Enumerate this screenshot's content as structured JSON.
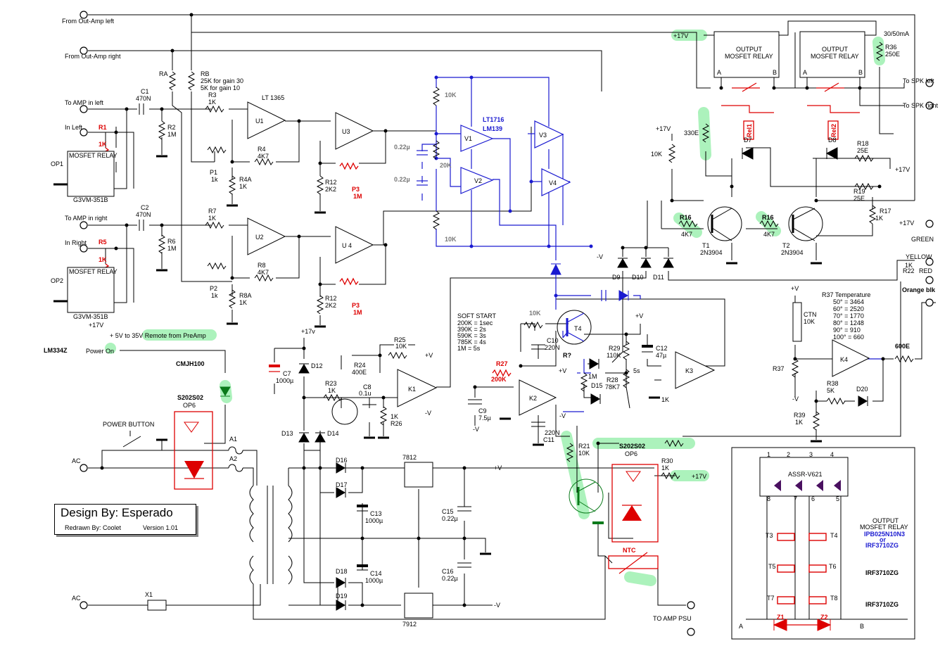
{
  "diagram": {
    "credit": {
      "title": "Design By: Esperado",
      "redrawn": "Redrawn By: Coolet",
      "version": "Version 1.01"
    },
    "io": {
      "from_out_amp_left": "From Out-Amp left",
      "from_out_amp_right": "From Out-Amp right",
      "to_amp_in_left": "To AMP in left",
      "to_amp_in_right": "To AMP in right",
      "in_left": "In Left",
      "in_right": "In Right",
      "to_spk_left": "To SPK left",
      "to_spk_right": "To SPK right",
      "power_on": "Power On",
      "remote": "+ 5V to 35V  Remote from PreAmp",
      "ac1": "AC",
      "ac2": "AC",
      "to_amp_psu": "TO AMP PSU",
      "green": "GREEN",
      "yellow": "YELLOW",
      "red": "RED",
      "orange_blk": "Orange blk",
      "power_button": "POWER BUTTON"
    },
    "parts": {
      "c1": "C1",
      "c1v": "470N",
      "c2": "C2",
      "c2v": "470N",
      "r1": "R1",
      "r1v": "1K",
      "r5": "R5",
      "r5v": "1K",
      "r2": "R2",
      "r2v": "1M",
      "r6": "R6",
      "r6v": "1M",
      "ra": "RA",
      "rb": "RB",
      "rb_note1": "25K for gain 30",
      "rb_note2": "5K for gain 10",
      "r3": "R3",
      "r3v": "1K",
      "r7": "R7",
      "r7v": "1K",
      "r4": "R4",
      "r4v": "4K7",
      "r8": "R8",
      "r8v": "4K7",
      "p1": "P1",
      "p1v": "1k",
      "p2": "P2",
      "p2v": "1k",
      "r4a": "R4A",
      "r4av": "1K",
      "r8a": "R8A",
      "r8av": "1K",
      "u1": "U1",
      "u2": "U2",
      "u3": "U3",
      "u4": "U 4",
      "lt1365": "LT 1365",
      "r12a": "R12",
      "r12av": "2K2",
      "r12b": "R12",
      "r12bv": "2K2",
      "p3a": "P3",
      "p3av": "1M",
      "p3b": "P3",
      "p3bv": "1M",
      "op1": "OP1",
      "op2": "OP2",
      "mosfet_relay": "MOSFET RELAY",
      "g3vm1": "G3VM-351B",
      "g3vm2": "G3VM-351B",
      "plus17_op2": "+17V",
      "r10k_a": "10K",
      "r10k_b": "10K",
      "r20k": "20K",
      "cap022_a": "0.22µ",
      "cap022_b": "0.22µ",
      "lt1716": "LT1716",
      "lm139": "LM139",
      "v1": "V1",
      "v2": "V2",
      "v3": "V3",
      "v4": "V4",
      "neg_v": "-V",
      "relay_out": "OUTPUT",
      "relay_mos": "MOSFET RELAY",
      "plus17_top": "+17V",
      "ma30": "30/50mA",
      "r36": "R36",
      "r36v": "250E",
      "rel1": "Rel1",
      "rel2": "Rel2",
      "plus17_t1": "+17V",
      "r10k_t1": "10K",
      "r330": "330E",
      "d7": "D7",
      "d8": "D8",
      "r18": "R18",
      "r18v": "25E",
      "plus17_r18": "+17V",
      "r19": "R19",
      "r19v": "25E",
      "r17": "R17",
      "r17v": "1K",
      "plus17_r17": "+17V",
      "r16a": "R16",
      "r16av": "4K7",
      "r16b": "R16",
      "r16bv": "4K7",
      "t1": "T1",
      "t1v": "2N3904",
      "t2": "T2",
      "t2v": "2N3904",
      "d9": "D9",
      "d10": "D10",
      "d11": "D11",
      "r22": "R22",
      "r22v": "1K",
      "r37_title": "R37 Temperature",
      "temp_rows": [
        "50° = 3464",
        "60° = 2520",
        "70° = 1770",
        "80° = 1248",
        "90° = 910",
        "100° = 660"
      ],
      "ctn": "CTN",
      "ctnv": "10K",
      "r37": "R37",
      "k4": "K4",
      "r600": "600E",
      "r38": "R38",
      "r38v": "5K",
      "d20": "D20",
      "r39": "R39",
      "r39v": "1K",
      "plus_v_k4": "+V",
      "neg_v_k4": "-V",
      "soft_start": "SOFT START",
      "soft_rows": [
        "200K = 1sec",
        "390K = 2s",
        "590K = 3s",
        "785K = 4s",
        "1M = 5s"
      ],
      "r27": "R27",
      "r27v": "200K",
      "c9": "C9",
      "c9v": "7.5µ",
      "c9neg": "-V",
      "k2": "K2",
      "r_unknown": "R?",
      "r_1m": "1M",
      "d15": "D15",
      "c10": "C10",
      "c10v": "220N",
      "c11": "C11",
      "c11v": "220N",
      "t4": "T4",
      "r10k_t4": "10K",
      "r29": "R29",
      "r29v": "110K",
      "r28": "R28",
      "r28v": "78K7",
      "t5s": "5s",
      "c12": "C12",
      "c12v": "47µ",
      "k3": "K3",
      "k1v": "1K",
      "plus_v_r29": "+V",
      "plus_v_k2": "+V",
      "neg_v_k2": "-V",
      "lm334z": "LM334Z",
      "cmjh100": "CMJH100",
      "s202s02": "S202S02",
      "op6": "OP6",
      "d12": "D12",
      "c7": "C7",
      "c7v": "1000µ",
      "plus17_d12": "+17v",
      "r24": "R24",
      "r24v": "400E",
      "r25": "R25",
      "r25v": "10K",
      "plus_v_r25": "+V",
      "k1": "K1",
      "k1_neg": "-V",
      "r23": "R23",
      "r23v": "1K",
      "c8": "C8",
      "c8v": "0.1u",
      "r26": "R26",
      "r26v": "1K",
      "d13": "D13",
      "d14": "D14",
      "a1": "A1",
      "a2": "A2",
      "x1": "X1",
      "d16": "D16",
      "d17": "D17",
      "d18": "D18",
      "d19": "D19",
      "c13": "C13",
      "c13v": "1000µ",
      "c14": "C14",
      "c14v": "1000µ",
      "reg7812": "7812",
      "reg7912": "7912",
      "c15": "C15",
      "c15v": "0.22µ",
      "c16": "C16",
      "c16v": "0.22µ",
      "plus_v_reg": "+V",
      "neg_v_reg": "-V",
      "r21": "R21",
      "r21v": "10K",
      "s202s02_b": "S202S02",
      "op6_b": "OP6",
      "r30": "R30",
      "r30v": "1K",
      "plus17_r30": "+17V",
      "ntc": "NTC",
      "assr": "ASSR-V621",
      "pin1": "1",
      "pin2": "2",
      "pin3": "3",
      "pin4": "4",
      "pin5": "5",
      "pin6": "6",
      "pin7": "7",
      "pin8": "8",
      "out_relay1": "OUTPUT",
      "out_relay2": "MOSFET RELAY",
      "ipb": "IPB025N10N3",
      "or": "or",
      "irf_a": "IRF3710ZG",
      "irf_b": "IRF3710ZG",
      "irf_c": "IRF3710ZG",
      "t3": "T3",
      "t4m": "T4",
      "t5": "T5",
      "t6": "T6",
      "t7": "T7",
      "t8": "T8",
      "z1": "Z1",
      "z2": "Z2",
      "pa": "A",
      "pb": "B",
      "ra_a": "A",
      "ra_b": "B",
      "rb_a": "A",
      "rb_b": "B"
    }
  }
}
